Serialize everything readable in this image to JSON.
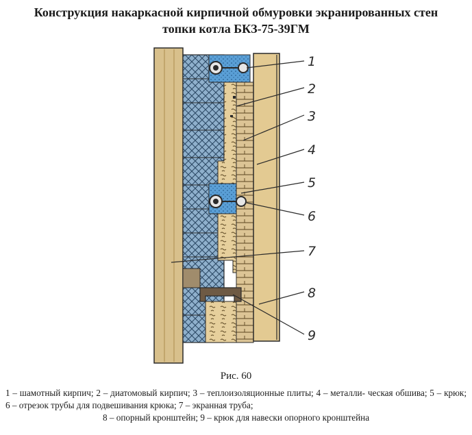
{
  "title": {
    "line1": "Конструкция накаркасной кирпичной обмуровки экранированных стен",
    "line2": "топки котла БКЗ-75-39ГМ"
  },
  "figure": {
    "caption": "Рис. 60",
    "callouts": [
      "1",
      "2",
      "3",
      "4",
      "5",
      "6",
      "7",
      "8",
      "9"
    ]
  },
  "legend": {
    "line1": "1 – шамотный кирпич; 2 – диатомовый кирпич; 3 – теплоизоляционные плиты; 4 – металли-",
    "line2": "ческая обшива; 5 – крюк; 6 – отрезок трубы для подвешивания крюка; 7 – экранная труба;",
    "line3": "8 – опорный кронштейн; 9 – крюк для навески опорного кронштейна"
  },
  "colors": {
    "tube": "#d8c08c",
    "chamotte": "#8fb0cc",
    "diatomite": "#e6cf9c",
    "insulation_plate": "#dcc495",
    "blue_fill": "#5a9fd6",
    "casing": "#e3ca92",
    "line": "#2a2a2a"
  }
}
